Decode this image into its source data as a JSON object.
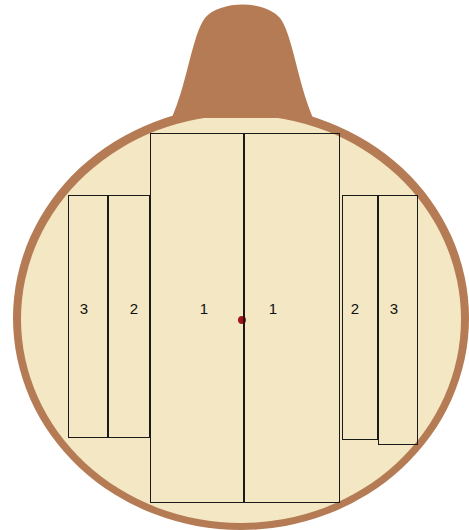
{
  "diagram": {
    "nodes": [
      {
        "text": [
          "3"
        ]
      },
      {
        "text": [
          "2"
        ]
      },
      {
        "text": [
          "1"
        ]
      },
      {
        "text": [
          "1"
        ]
      },
      {
        "text": [
          "2"
        ]
      },
      {
        "text": [
          "3"
        ]
      }
    ]
  }
}
